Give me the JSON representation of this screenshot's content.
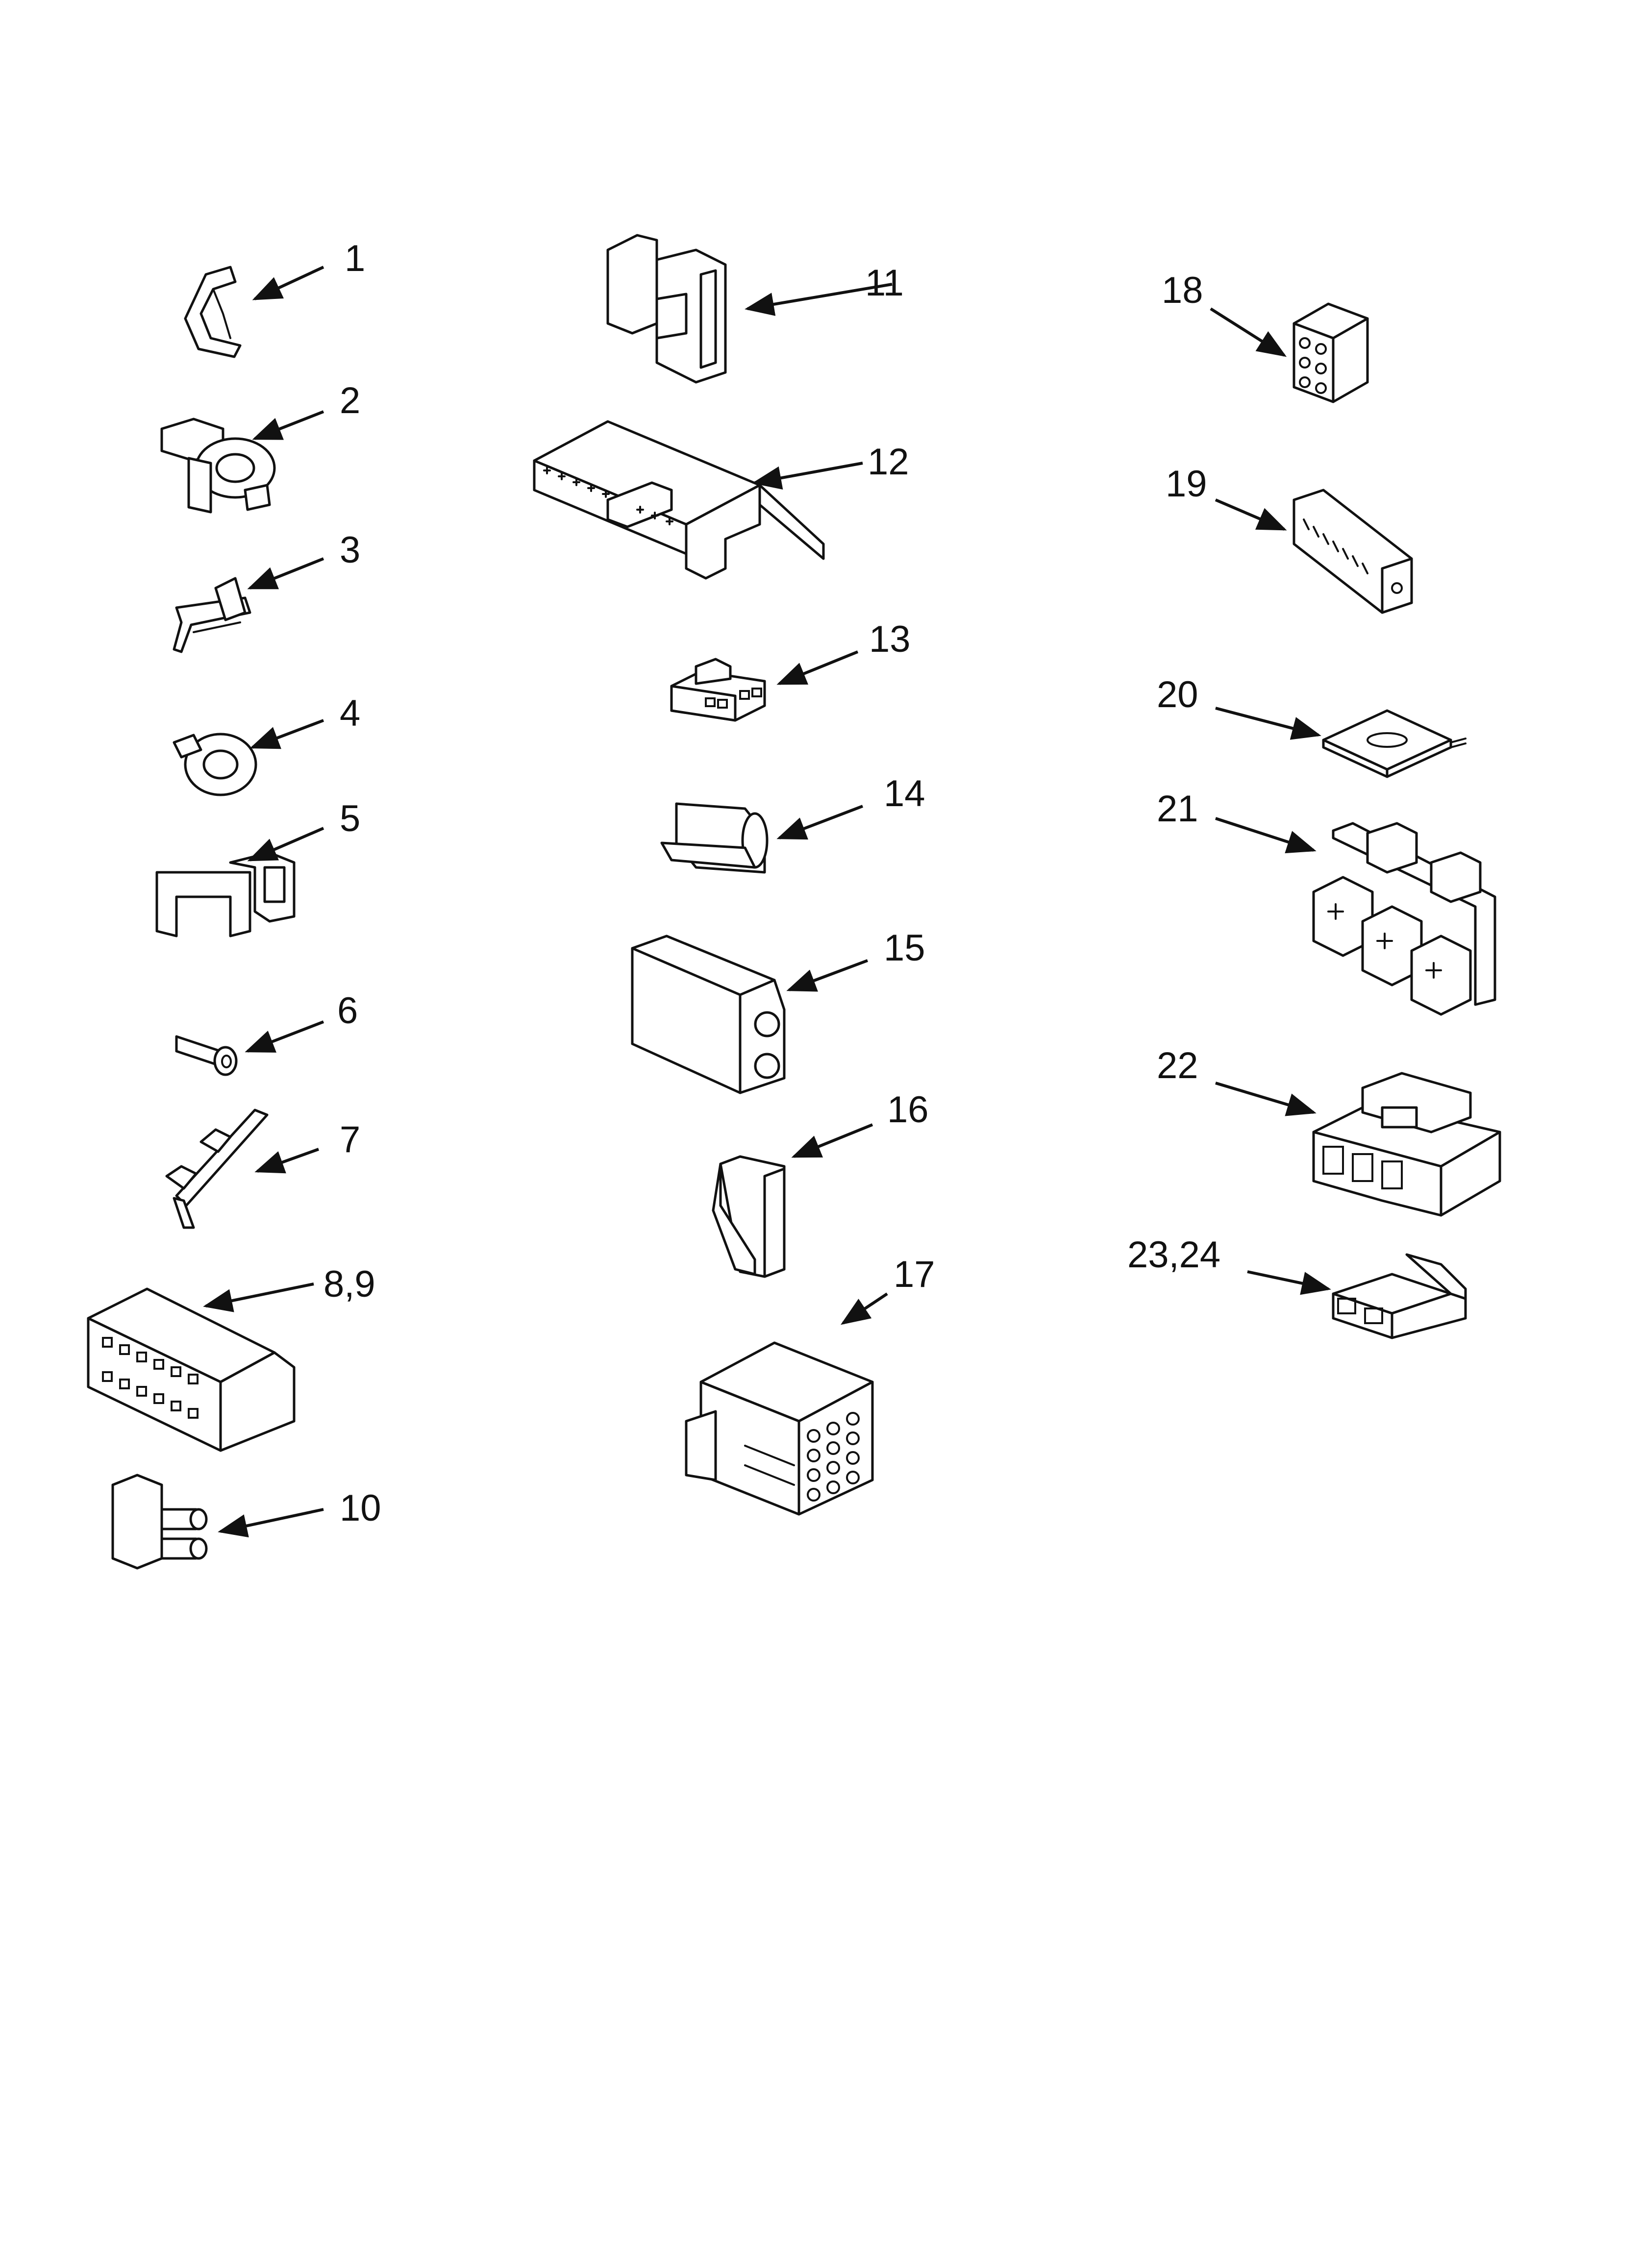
{
  "parts": [
    {
      "label": "1",
      "icon": "wire-clip"
    },
    {
      "label": "2",
      "icon": "harness-clip"
    },
    {
      "label": "3",
      "icon": "spring-clip"
    },
    {
      "label": "4",
      "icon": "grommet"
    },
    {
      "label": "5",
      "icon": "wire-tie-clip"
    },
    {
      "label": "6",
      "icon": "push-rivet"
    },
    {
      "label": "7",
      "icon": "retainer-strip"
    },
    {
      "label": "8,9",
      "icon": "multi-pin-connector"
    },
    {
      "label": "10",
      "icon": "two-pin-plug"
    },
    {
      "label": "11",
      "icon": "connector-housing"
    },
    {
      "label": "12",
      "icon": "terminal-strip-housing"
    },
    {
      "label": "13",
      "icon": "eight-pin-connector"
    },
    {
      "label": "14",
      "icon": "split-sleeve"
    },
    {
      "label": "15",
      "icon": "two-way-connector"
    },
    {
      "label": "16",
      "icon": "latch-clip"
    },
    {
      "label": "17",
      "icon": "twelve-pin-connector"
    },
    {
      "label": "18",
      "icon": "six-way-plug"
    },
    {
      "label": "19",
      "icon": "edge-connector"
    },
    {
      "label": "20",
      "icon": "mounting-plate"
    },
    {
      "label": "21",
      "icon": "triple-socket-bracket"
    },
    {
      "label": "22",
      "icon": "three-way-housing"
    },
    {
      "label": "23,24",
      "icon": "double-socket-connector"
    }
  ]
}
